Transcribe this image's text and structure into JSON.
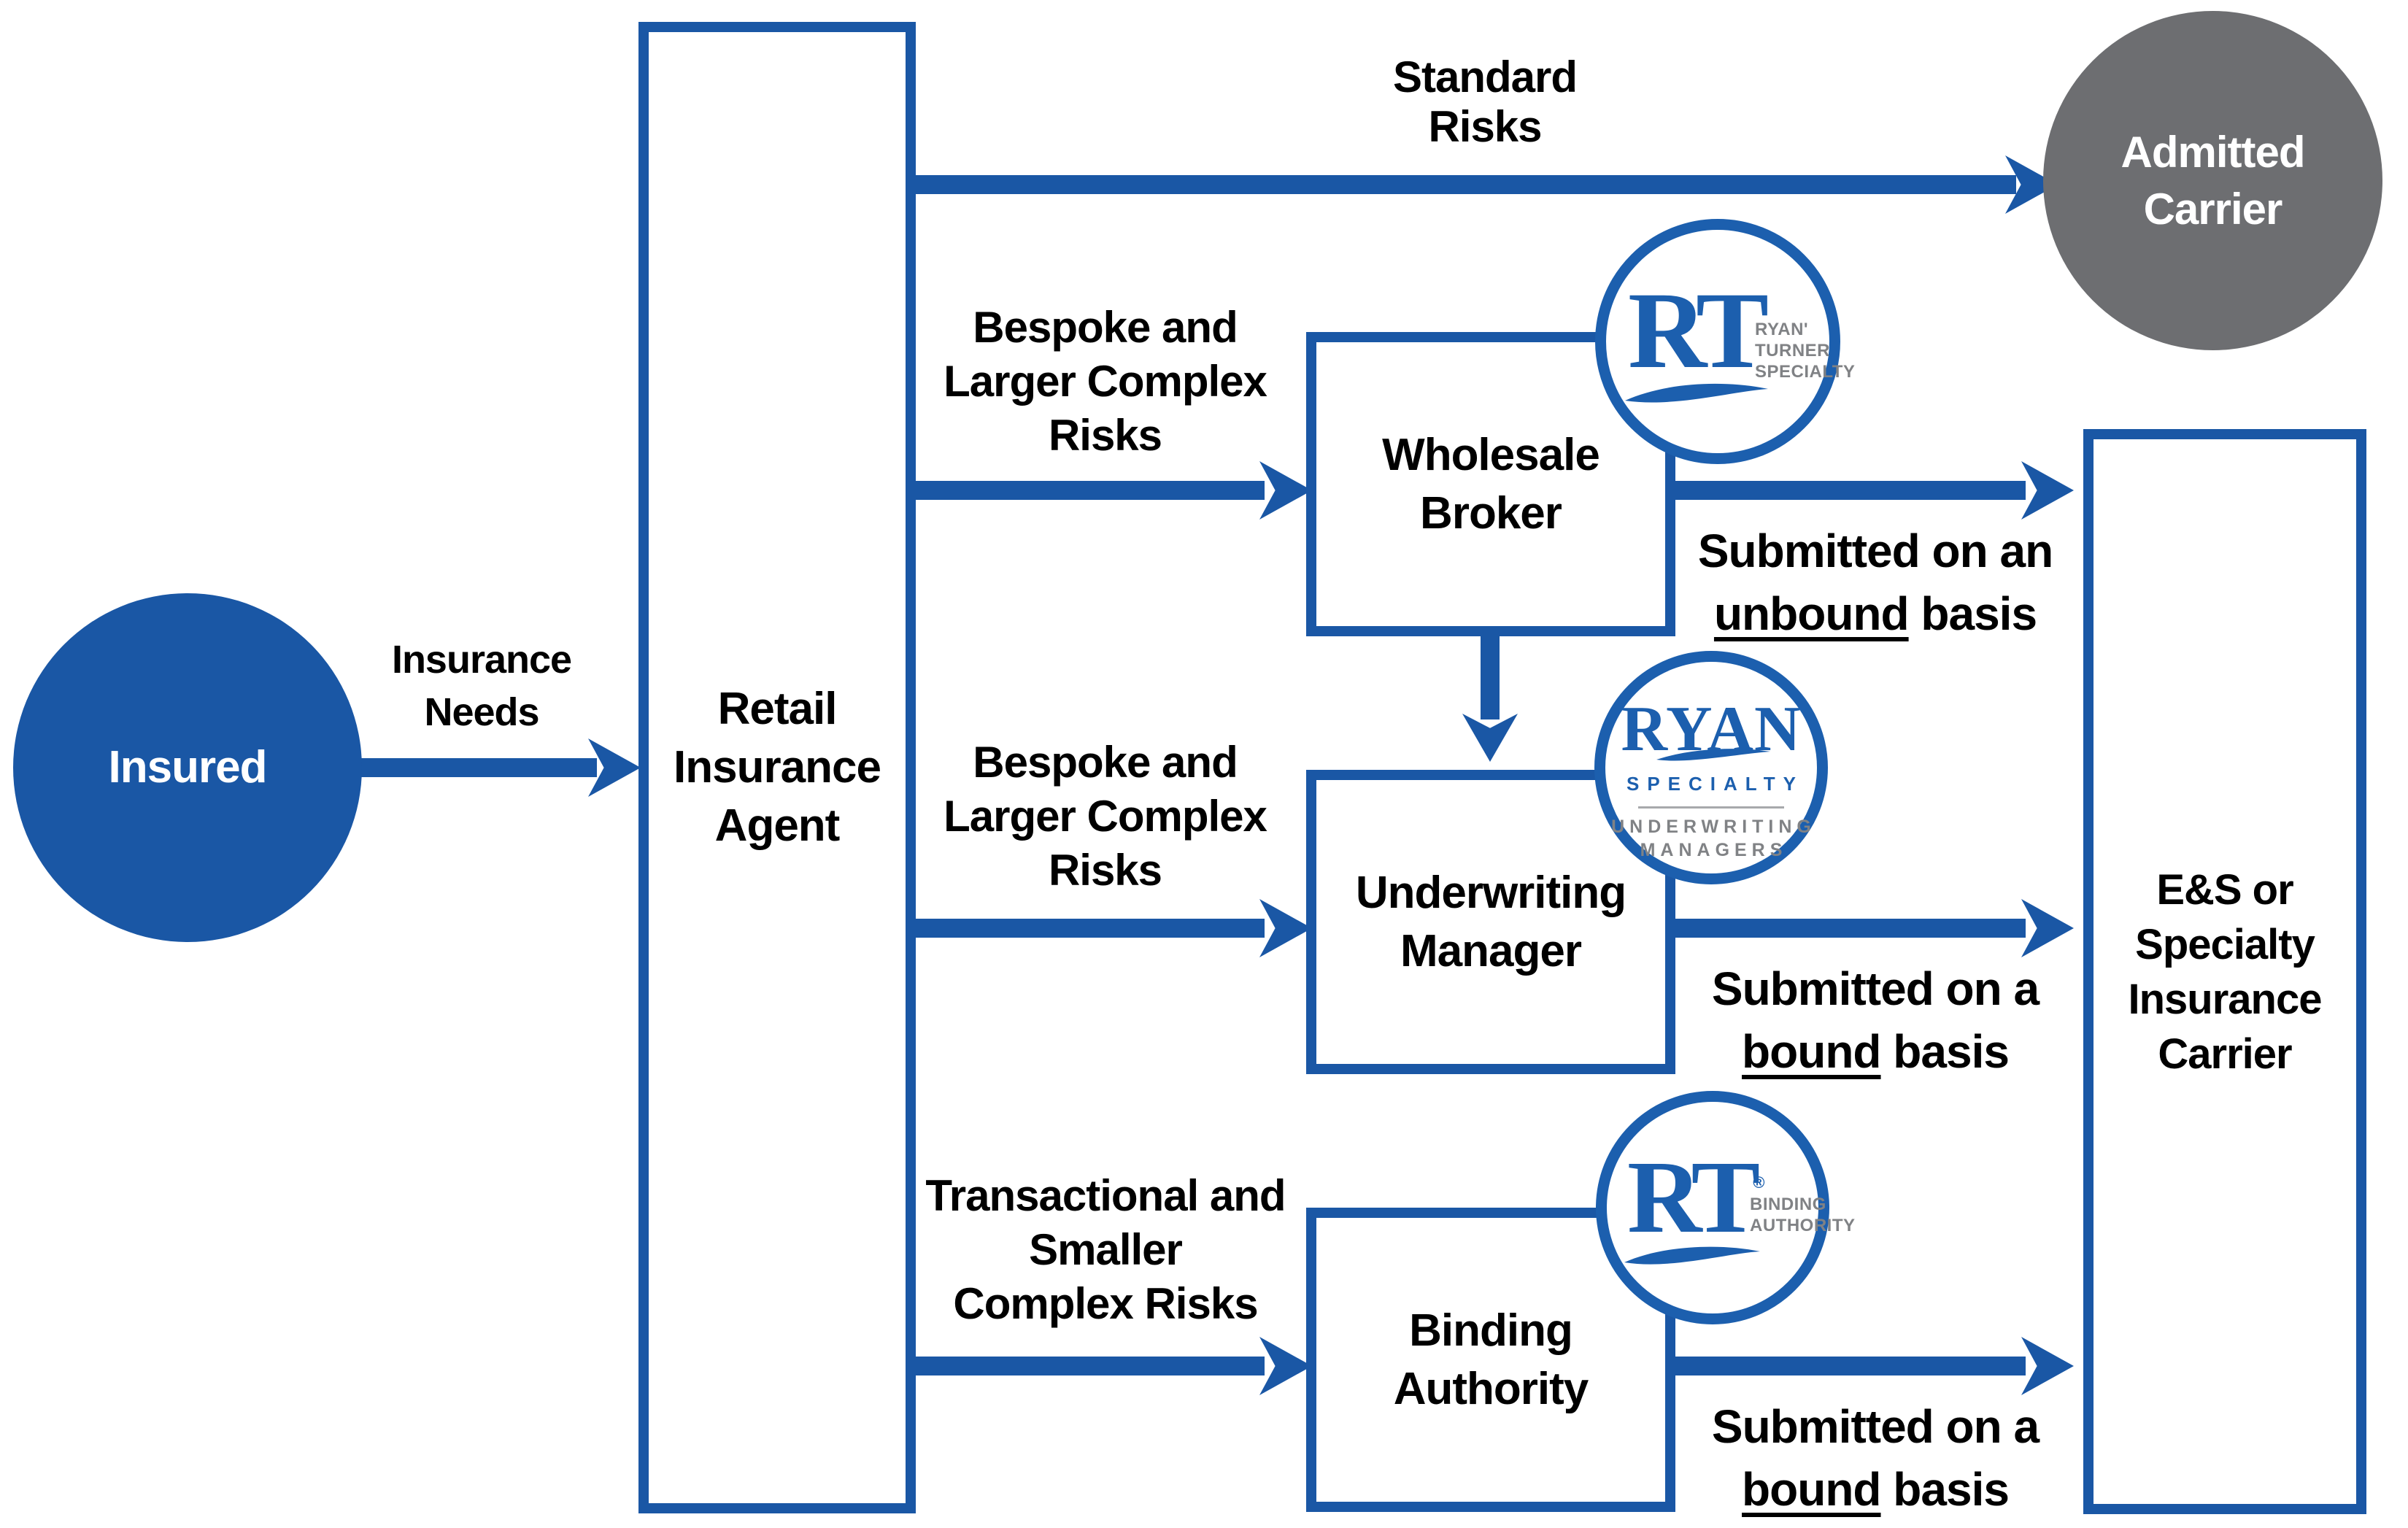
{
  "colors": {
    "shape_blue": "#1a57a5",
    "logo_blue": "#1c5fae",
    "carrier_gray": "#6d6e71",
    "logo_gray": "#808285",
    "text_black": "#000000",
    "text_white": "#ffffff"
  },
  "insured": {
    "label": "Insured"
  },
  "insurance_needs": {
    "line1": "Insurance",
    "line2": "Needs"
  },
  "retail": {
    "line1": "Retail",
    "line2": "Insurance",
    "line3": "Agent"
  },
  "standard": {
    "line1": "Standard",
    "line2": "Risks"
  },
  "admitted": {
    "line1": "Admitted",
    "line2": "Carrier"
  },
  "bespoke": {
    "line1": "Bespoke and",
    "line2": "Larger Complex",
    "line3": "Risks"
  },
  "wholesale": {
    "line1": "Wholesale",
    "line2": "Broker"
  },
  "unbound": {
    "line1": "Submitted on an",
    "word": "unbound",
    "rest": " basis"
  },
  "underwriting": {
    "line1": "Underwriting",
    "line2": "Manager"
  },
  "bound": {
    "line1": "Submitted on a",
    "word": "bound",
    "rest": " basis"
  },
  "transactional": {
    "line1": "Transactional and",
    "line2": "Smaller",
    "line3": "Complex Risks"
  },
  "binding": {
    "line1": "Binding",
    "line2": "Authority"
  },
  "es_carrier": {
    "line1": "E&S or",
    "line2": "Specialty",
    "line3": "Insurance",
    "line4": "Carrier"
  },
  "logo_rt_specialty": {
    "monogram": "RT",
    "line1": "RYAN'",
    "line2": "TURNER",
    "line3": "SPECIALTY"
  },
  "logo_ryan_specialty": {
    "wordmark": "RYAN",
    "sub": "SPECIALTY",
    "line1": "UNDERWRITING",
    "line2": "MANAGERS"
  },
  "logo_rt_binding": {
    "monogram": "RT",
    "mark": "®",
    "line1": "BINDING",
    "line2": "AUTHORITY"
  }
}
